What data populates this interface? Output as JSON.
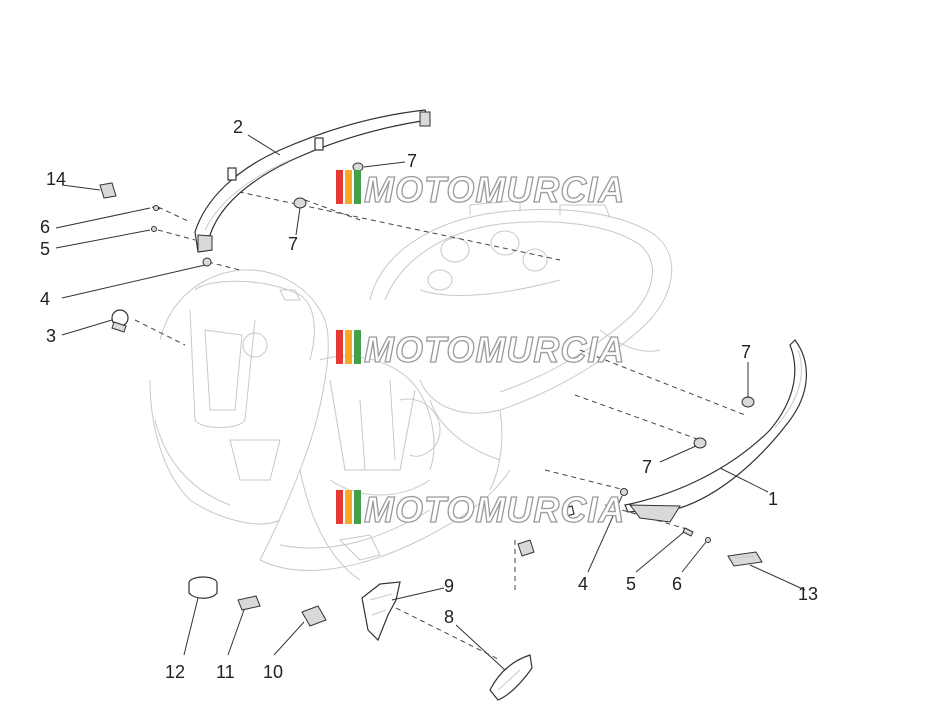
{
  "watermark": {
    "text": "MOTOMURCIA",
    "colors": [
      "#e53935",
      "#f9a825",
      "#43a047"
    ]
  },
  "callouts": [
    "1",
    "2",
    "3",
    "4",
    "4",
    "5",
    "5",
    "6",
    "6",
    "7",
    "7",
    "7",
    "7",
    "8",
    "9",
    "10",
    "11",
    "12",
    "13",
    "14"
  ]
}
